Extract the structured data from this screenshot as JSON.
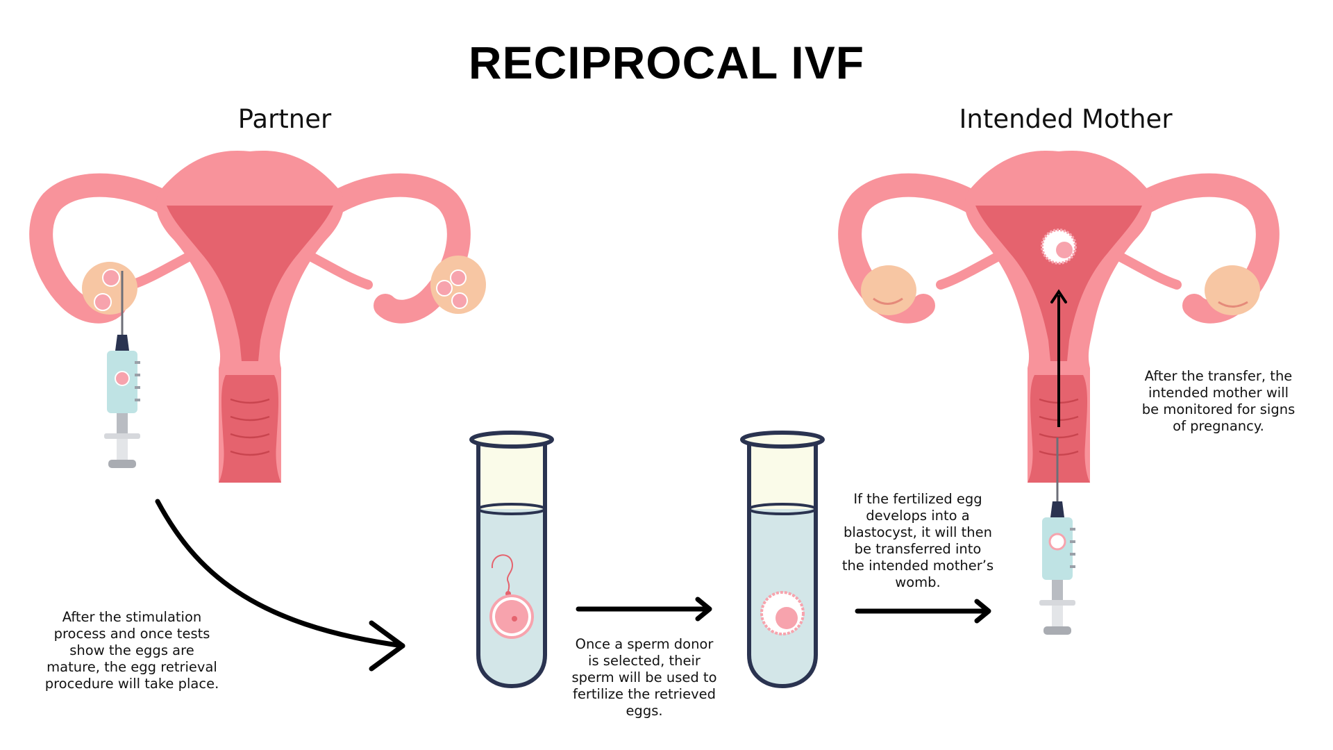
{
  "title": "RECIPROCAL IVF",
  "left_heading": "Partner",
  "right_heading": "Intended Mother",
  "captions": {
    "retrieval": "After the stimulation process and once tests show the eggs are mature, the egg retrieval procedure will take place.",
    "fertilize": "Once a sperm donor is selected, their sperm will be used to fertilize the retrieved eggs.",
    "transfer": "If the fertilized egg develops into a blastocyst, it will then be transferred into the intended mother’s womb.",
    "monitor": "After the transfer, the intended mother will be monitored for signs of pregnancy."
  },
  "colors": {
    "uterus_outer": "#f8939b",
    "uterus_inner": "#e5636e",
    "ovary": "#f7c6a3",
    "egg": "#f7a3ad",
    "tube_liquid": "#d3e6e8",
    "tube_top": "#fafbe9",
    "tube_outline": "#2a3350",
    "syringe_barrel": "#bfe3e4",
    "syringe_needle": "#2a3350",
    "arrow": "#000000"
  },
  "icons": [
    "uterus-icon",
    "ovary-icon",
    "egg-icon",
    "syringe-icon",
    "test-tube-icon",
    "sperm-icon",
    "blastocyst-icon",
    "arrow-icon"
  ]
}
